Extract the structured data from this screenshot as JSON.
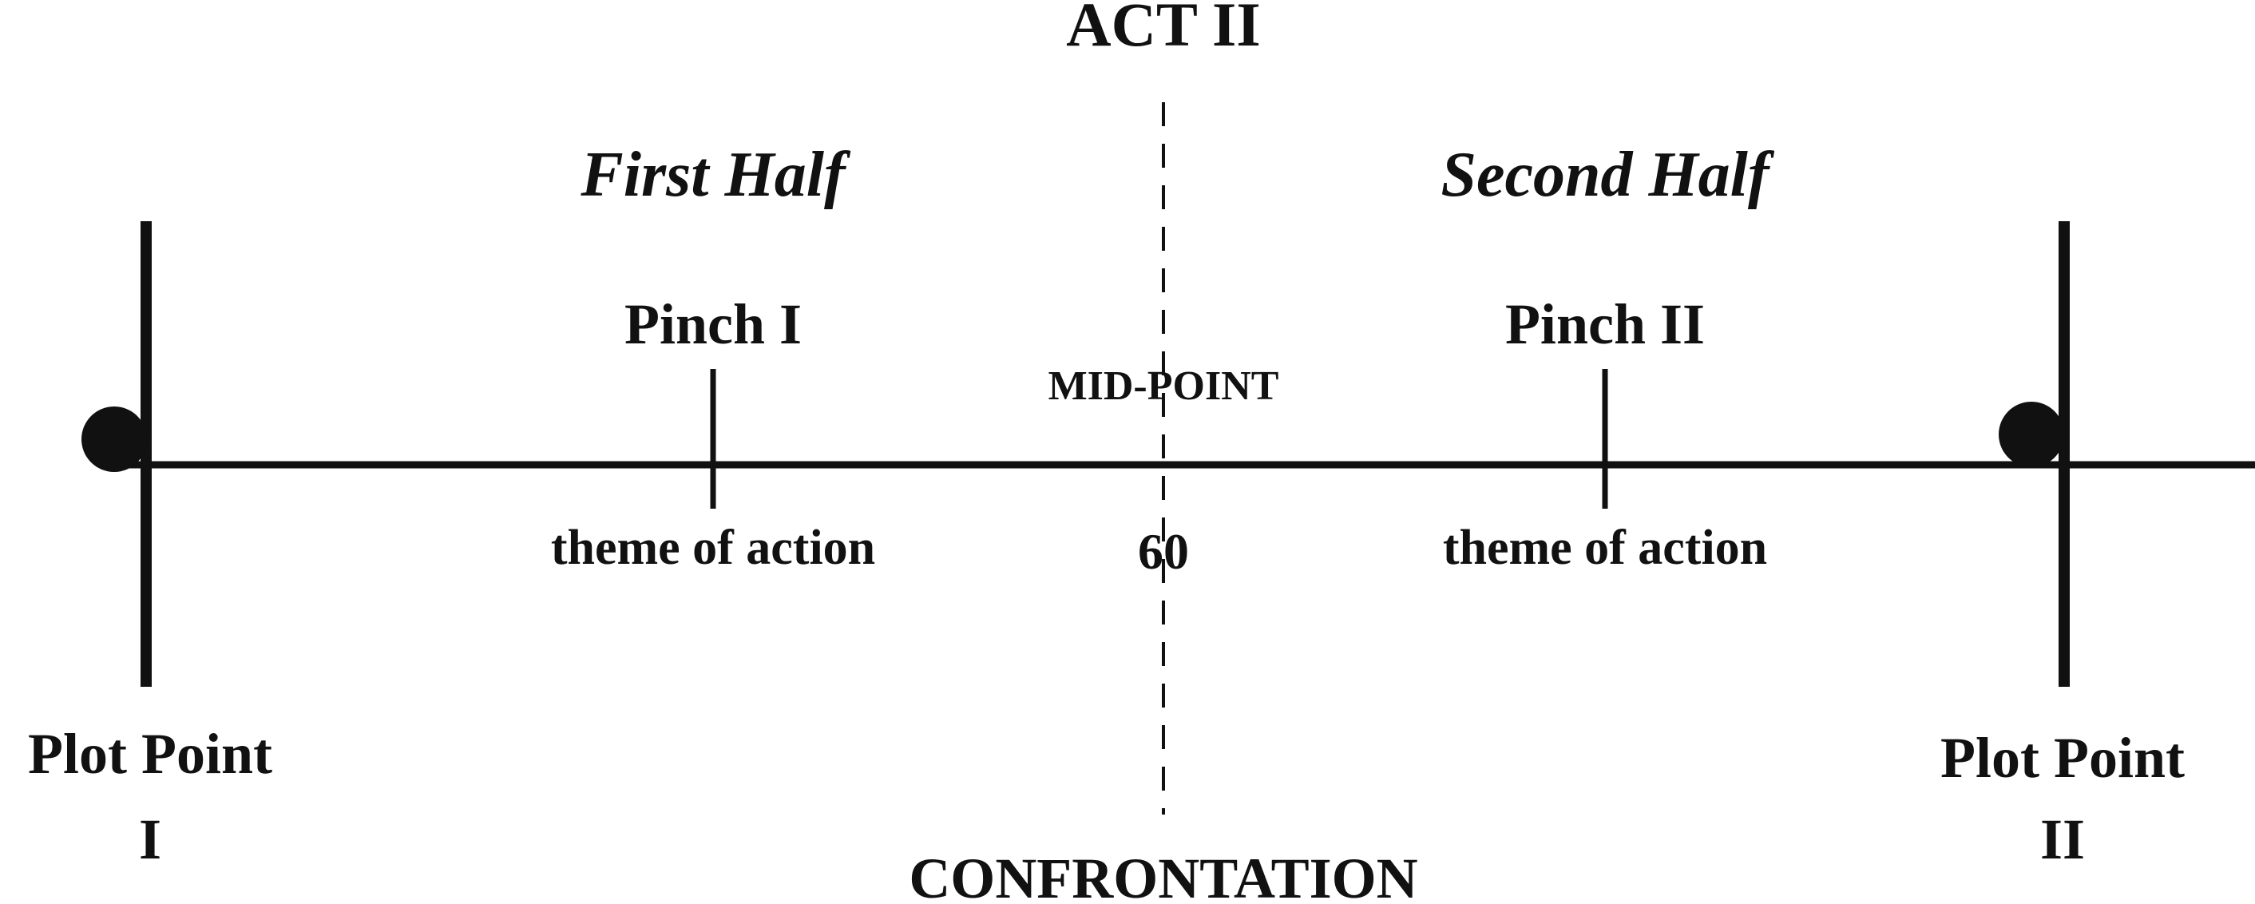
{
  "diagram": {
    "act_title": "ACT II",
    "first_half": "First Half",
    "second_half": "Second Half",
    "pinch_one": {
      "label": "Pinch I",
      "caption": "theme of action"
    },
    "pinch_two": {
      "label": "Pinch II",
      "caption": "theme of action"
    },
    "midpoint": {
      "label": "MID-POINT",
      "page": "60"
    },
    "plot_point_one": {
      "line1": "Plot Point",
      "line2": "I"
    },
    "plot_point_two": {
      "line1": "Plot Point",
      "line2": "II"
    },
    "footer": "CONFRONTATION",
    "ink_color": "#111111"
  }
}
